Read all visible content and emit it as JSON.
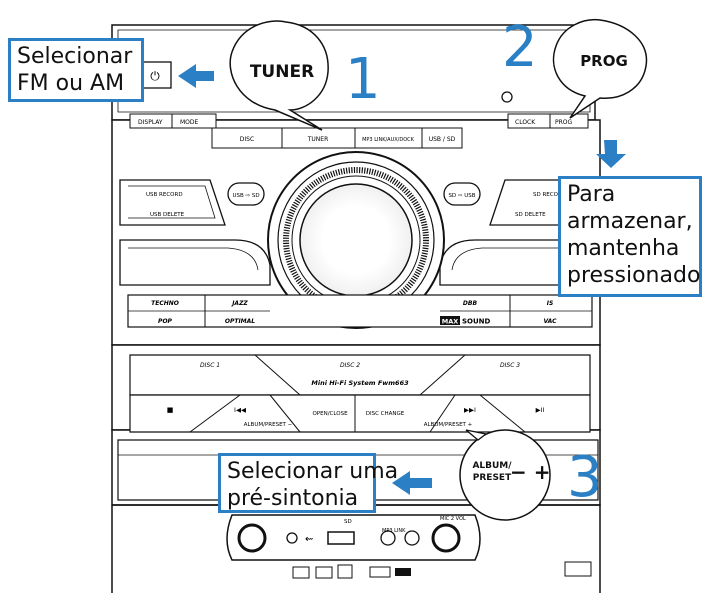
{
  "callouts": {
    "select_band": [
      "Selecionar",
      "FM ou AM"
    ],
    "store": [
      "Para",
      "armazenar,",
      "mantenha",
      "pressionado"
    ],
    "select_preset": [
      "Selecionar uma",
      "pré-sintonia"
    ]
  },
  "bubbles": {
    "tuner": "TUNER",
    "prog": "PROG",
    "album_line1": "ALBUM/",
    "album_line2": "PRESET",
    "minus_plus": "− +"
  },
  "steps": [
    "1",
    "2",
    "3"
  ],
  "device": {
    "top_buttons": [
      "DISPLAY",
      "MODE"
    ],
    "source_buttons": [
      "DISC",
      "TUNER",
      "MP3 LINK/AUX/DOCK",
      "USB / SD"
    ],
    "right_buttons": [
      "CLOCK",
      "PROG"
    ],
    "usb_left": [
      "USB RECORD",
      "USB DELETE"
    ],
    "usb_to_sd": "USB ⇨ SD",
    "sd_to_usb": "SD ⇨ USB",
    "sd_right": [
      "SD RECORD",
      "SD DELETE"
    ],
    "eq_left_top": [
      "TECHNO",
      "JAZZ"
    ],
    "eq_left_bottom": [
      "POP",
      "OPTIMAL"
    ],
    "eq_right_top": [
      "DBB",
      "IS"
    ],
    "eq_right_bottom": [
      "VAC"
    ],
    "maxsound": [
      "MAX",
      "SOUND"
    ],
    "discs": [
      "DISC 1",
      "DISC 2",
      "DISC 3"
    ],
    "model": "Mini Hi-Fi System Fwm663",
    "transport_symbols": [
      "■",
      "I◀◀",
      "▶▶I",
      "▶II"
    ],
    "transport_labels": [
      "ALBUM/PRESET −",
      "OPEN/CLOSE",
      "DISC CHANGE",
      "ALBUM/PRESET +"
    ],
    "front_labels": [
      "SD",
      "MP3 LINK",
      "MIC 2 VOL"
    ],
    "power_symbol": "⏻"
  }
}
